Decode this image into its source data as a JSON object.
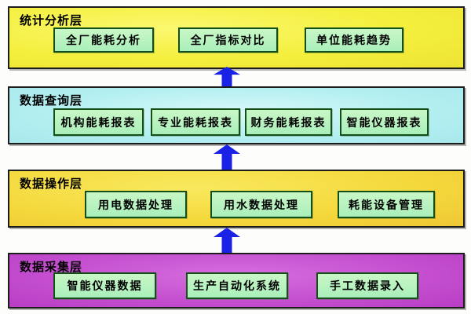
{
  "diagram": {
    "type": "layered-architecture",
    "arrow_color": "#1a22e6",
    "layers": [
      {
        "id": "statistical-analysis-layer",
        "label": "统计分析层",
        "bg_color": "#f4ef3d",
        "node_color": "#a9efbb",
        "boxes": [
          "全厂能耗分析",
          "全厂指标对比",
          "单位能耗趋势"
        ]
      },
      {
        "id": "data-query-layer",
        "label": "数据查询层",
        "bg_color": "#b3eff1",
        "node_color": "#a9efbb",
        "boxes": [
          "机构能耗报表",
          "专业能耗报表",
          "财务能耗报表",
          "智能仪器报表"
        ]
      },
      {
        "id": "data-operation-layer",
        "label": "数据操作层",
        "bg_color": "#f4d83b",
        "node_color": "#a9efbb",
        "boxes": [
          "用电数据处理",
          "用水数据处理",
          "耗能设备管理"
        ]
      },
      {
        "id": "data-collection-layer",
        "label": "数据采集层",
        "bg_color": "#c44ecf",
        "node_color": "#a9efbb",
        "boxes": [
          "智能仪器数据",
          "生产自动化系统",
          "手工数据录入"
        ]
      }
    ]
  }
}
